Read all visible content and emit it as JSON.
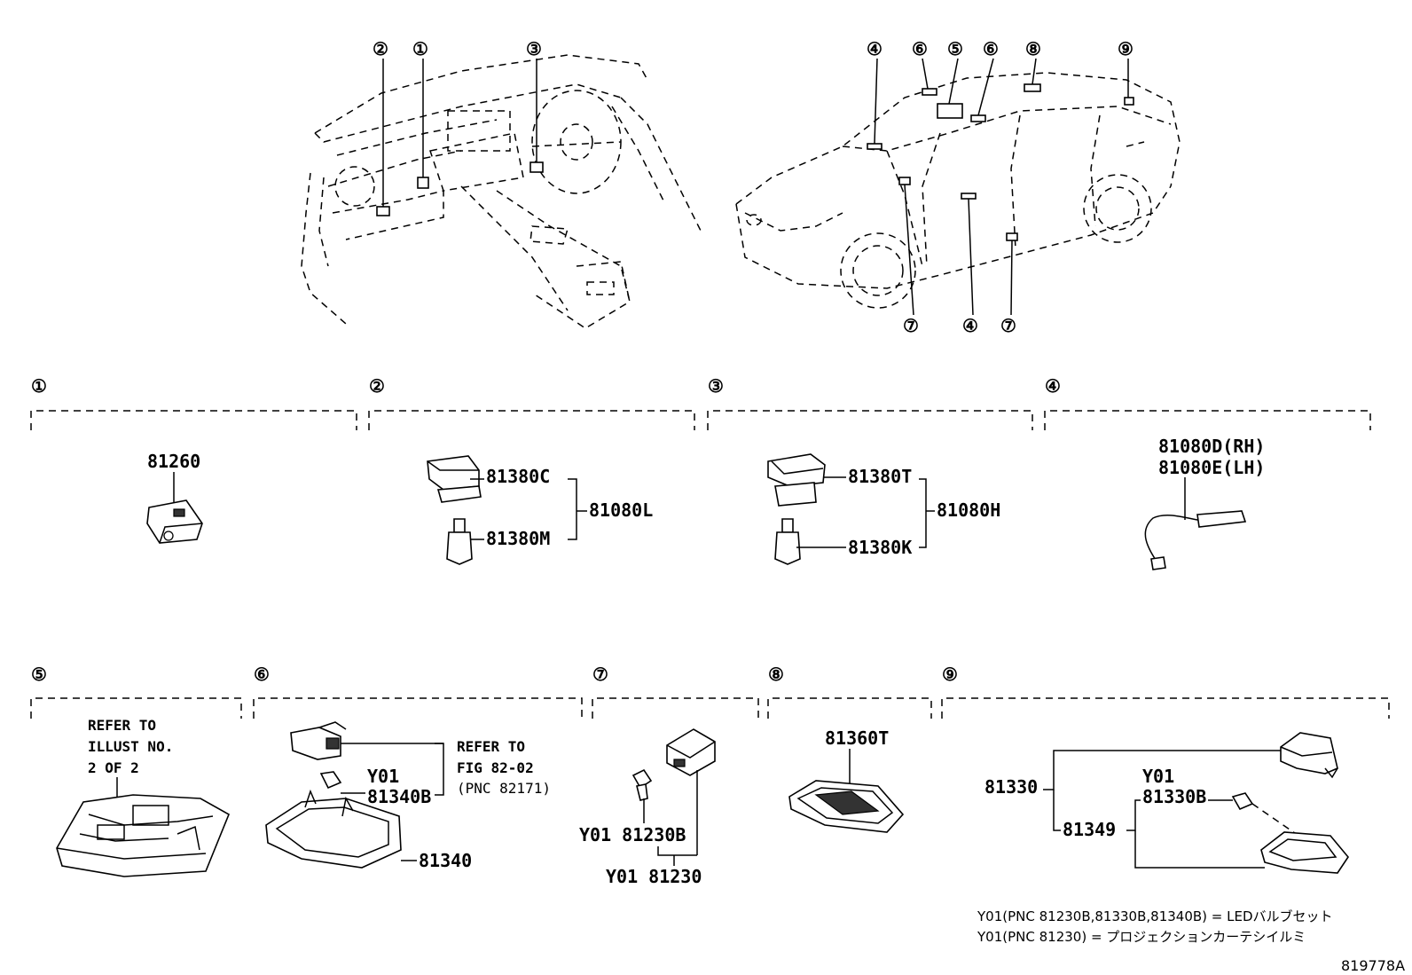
{
  "callouts": [
    "①",
    "②",
    "③",
    "④",
    "⑤",
    "⑥",
    "⑦",
    "⑧",
    "⑨"
  ],
  "sections": {
    "s1": {
      "part": "81260"
    },
    "s2": {
      "top": "81380C",
      "bottom": "81380M",
      "assembly": "81080L"
    },
    "s3": {
      "top": "81380T",
      "bottom": "81380K",
      "assembly": "81080H"
    },
    "s4": {
      "rh": "81080D(RH)",
      "lh": "81080E(LH)"
    },
    "s5": {
      "ref1": "REFER TO",
      "ref2": "ILLUST NO.",
      "ref3": "2 OF 2"
    },
    "s6": {
      "ref1": "REFER TO",
      "ref2": "FIG 82-02",
      "ref3": "(PNC 82171)",
      "y01": "Y01",
      "bulb": "81340B",
      "lens": "81340"
    },
    "s7": {
      "bulb": "Y01 81230B",
      "assembly": "Y01 81230"
    },
    "s8": {
      "part": "81360T"
    },
    "s9": {
      "assembly": "81330",
      "y01": "Y01",
      "bulb": "81330B",
      "sub": "81349"
    }
  },
  "notes": {
    "line1": "Y01(PNC 81230B,81330B,81340B) = LEDバルブセット",
    "line2": "Y01(PNC 81230) = プロジェクションカーテシイルミ"
  },
  "figure_id": "819778A"
}
